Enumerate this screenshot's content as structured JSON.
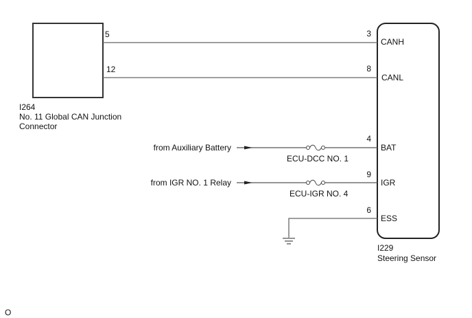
{
  "diagram": {
    "left_component": {
      "code": "I264",
      "name_line1": "No. 11 Global CAN Junction",
      "name_line2": "Connector",
      "pins": [
        "5",
        "12"
      ]
    },
    "right_component": {
      "code": "I229",
      "name": "Steering Sensor",
      "pins": [
        {
          "number": "3",
          "label": "CANH"
        },
        {
          "number": "8",
          "label": "CANL"
        },
        {
          "number": "4",
          "label": "BAT"
        },
        {
          "number": "9",
          "label": "IGR"
        },
        {
          "number": "6",
          "label": "ESS"
        }
      ]
    },
    "sources": [
      {
        "label": "from Auxiliary Battery",
        "fuse": "ECU-DCC NO. 1"
      },
      {
        "label": "from IGR NO. 1 Relay",
        "fuse": "ECU-IGR NO. 4"
      }
    ],
    "footer_code": "O"
  }
}
